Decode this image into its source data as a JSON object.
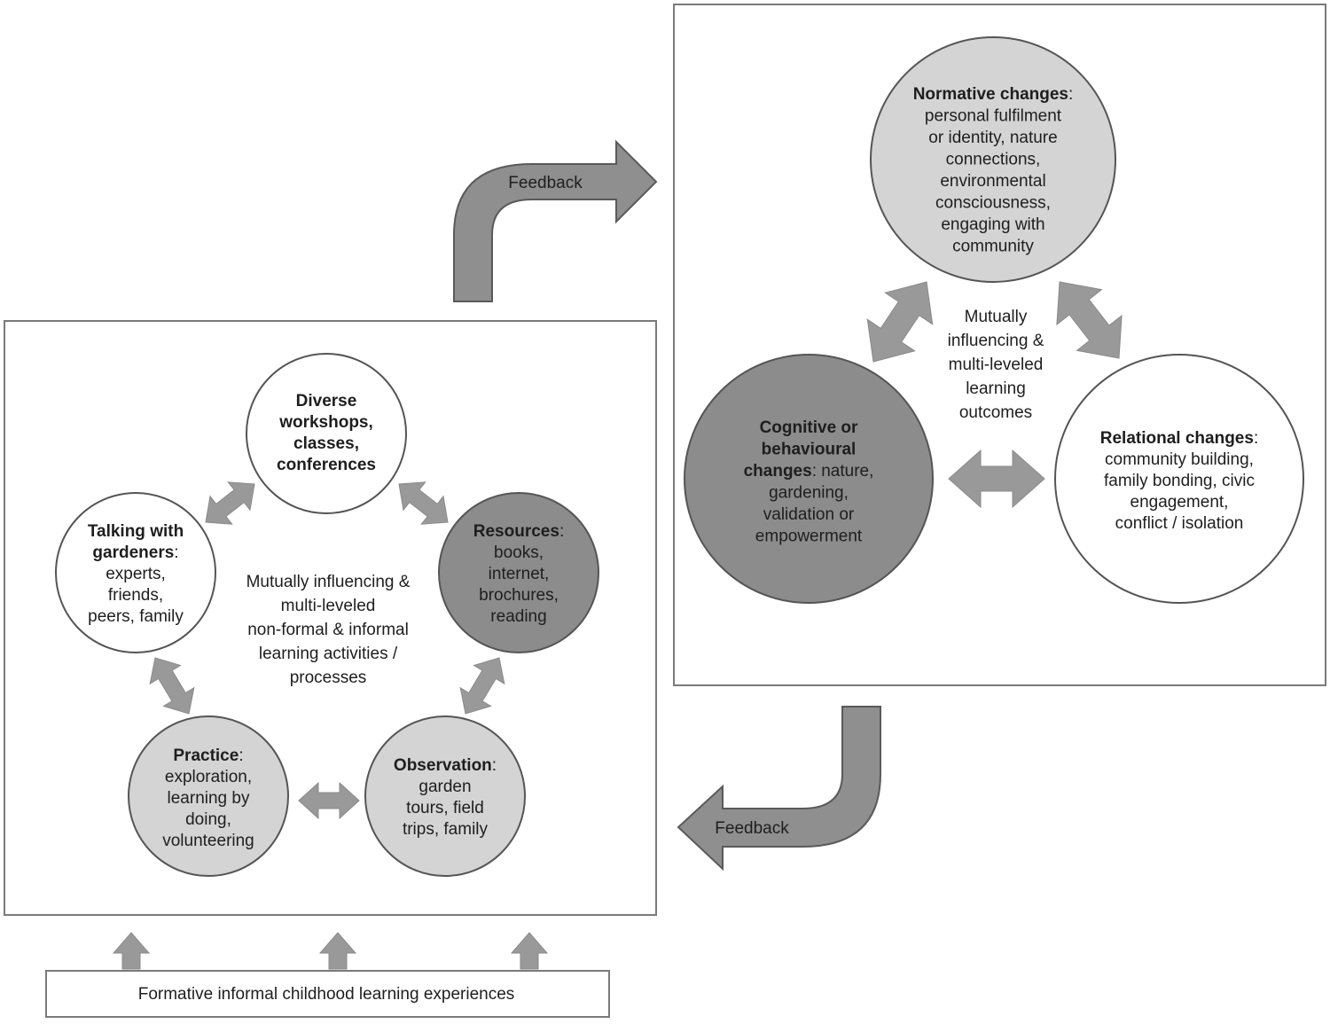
{
  "left_panel": {
    "nodes": [
      {
        "id": "workshops",
        "bold": "Diverse workshops, classes, conferences",
        "rest": "",
        "fill": "#ffffff",
        "lines": [
          {
            "b": "Diverse",
            "t": ""
          },
          {
            "b": "workshops,",
            "t": ""
          },
          {
            "b": "classes,",
            "t": ""
          },
          {
            "b": "conferences",
            "t": ""
          }
        ]
      },
      {
        "id": "talking",
        "bold": "Talking with gardeners:",
        "rest": "experts, friends, peers, family",
        "fill": "#ffffff",
        "lines": [
          {
            "b": "Talking with",
            "t": ""
          },
          {
            "b": "gardeners",
            "t": ":"
          },
          {
            "b": "",
            "t": "experts,"
          },
          {
            "b": "",
            "t": "friends,"
          },
          {
            "b": "",
            "t": "peers, family"
          }
        ]
      },
      {
        "id": "resources",
        "bold": "Resources:",
        "rest": "books, internet, brochures, reading",
        "fill": "#8c8c8c",
        "lines": [
          {
            "b": "Resources",
            "t": ":"
          },
          {
            "b": "",
            "t": "books,"
          },
          {
            "b": "",
            "t": "internet,"
          },
          {
            "b": "",
            "t": "brochures,"
          },
          {
            "b": "",
            "t": "reading"
          }
        ]
      },
      {
        "id": "practice",
        "bold": "Practice:",
        "rest": "exploration, learning by doing, volunteering",
        "fill": "#d4d4d4",
        "lines": [
          {
            "b": "Practice",
            "t": ":"
          },
          {
            "b": "",
            "t": "exploration,"
          },
          {
            "b": "",
            "t": "learning by"
          },
          {
            "b": "",
            "t": "doing,"
          },
          {
            "b": "",
            "t": "volunteering"
          }
        ]
      },
      {
        "id": "observation",
        "bold": "Observation:",
        "rest": "garden tours, field trips, family",
        "fill": "#d4d4d4",
        "lines": [
          {
            "b": "Observation",
            "t": ":"
          },
          {
            "b": "",
            "t": "garden"
          },
          {
            "b": "",
            "t": "tours, field"
          },
          {
            "b": "",
            "t": "trips, family"
          }
        ]
      }
    ],
    "center_text": [
      "Mutually influencing &",
      "multi-leveled",
      "non-formal & informal",
      "learning activities /",
      "processes"
    ]
  },
  "right_panel": {
    "nodes": [
      {
        "id": "normative",
        "fill": "#d4d4d4",
        "lines": [
          {
            "b": "Normative changes",
            "t": ":"
          },
          {
            "b": "",
            "t": "personal fulfilment"
          },
          {
            "b": "",
            "t": "or identity, nature"
          },
          {
            "b": "",
            "t": "connections,"
          },
          {
            "b": "",
            "t": "environmental"
          },
          {
            "b": "",
            "t": "consciousness,"
          },
          {
            "b": "",
            "t": "engaging with"
          },
          {
            "b": "",
            "t": "community"
          }
        ]
      },
      {
        "id": "cognitive",
        "fill": "#8c8c8c",
        "lines": [
          {
            "b": "Cognitive or",
            "t": ""
          },
          {
            "b": "behavioural",
            "t": ""
          },
          {
            "b": "changes",
            "t": ": nature,"
          },
          {
            "b": "",
            "t": "gardening,"
          },
          {
            "b": "",
            "t": "validation or"
          },
          {
            "b": "",
            "t": "empowerment"
          }
        ]
      },
      {
        "id": "relational",
        "fill": "#ffffff",
        "lines": [
          {
            "b": "Relational changes",
            "t": ":"
          },
          {
            "b": "",
            "t": "community building,"
          },
          {
            "b": "",
            "t": "family bonding, civic"
          },
          {
            "b": "",
            "t": "engagement,"
          },
          {
            "b": "",
            "t": "conflict / isolation"
          }
        ]
      }
    ],
    "center_text": [
      "Mutually",
      "influencing &",
      "multi-leveled",
      "learning",
      "outcomes"
    ]
  },
  "feedback_top": "Feedback",
  "feedback_bottom": "Feedback",
  "foundation": "Formative informal childhood learning experiences"
}
